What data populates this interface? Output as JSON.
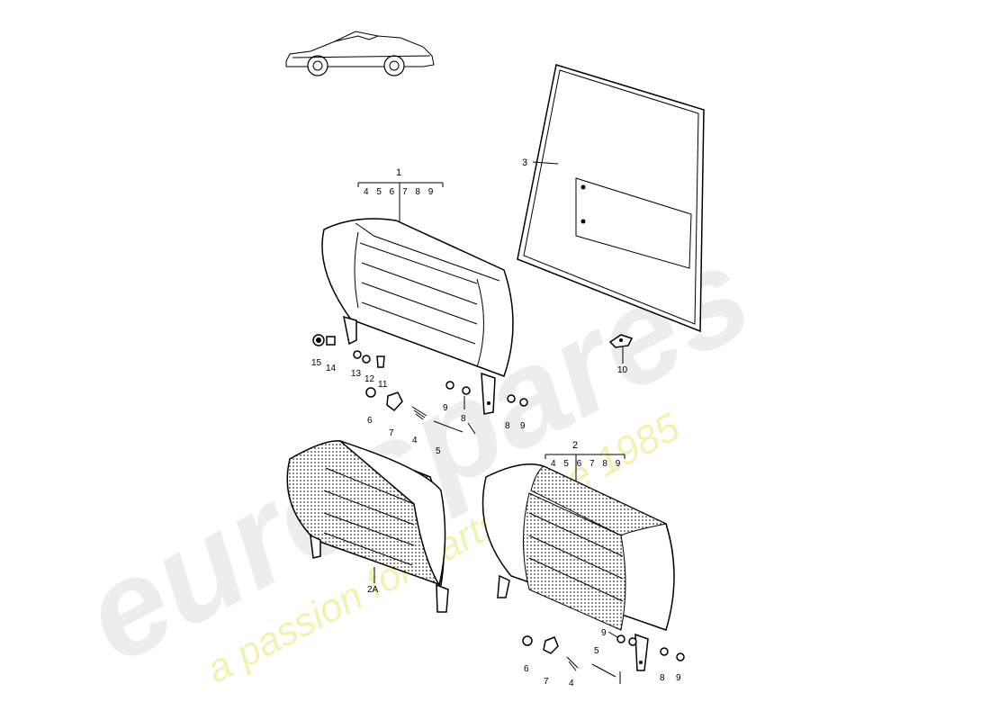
{
  "watermark": {
    "brand": "eurospares",
    "tagline": "a passion for parts since 1985"
  },
  "labels": {
    "assembly_1": "1",
    "assembly_1_parts": "4 5 6 7 8 9",
    "assembly_2": "2",
    "assembly_2_parts": "4 5 6 7 8 9",
    "part_2a": "2A",
    "part_3": "3",
    "part_10": "10",
    "upper": {
      "p15": "15",
      "p14": "14",
      "p13": "13",
      "p12": "12",
      "p11": "11",
      "p6": "6",
      "p7": "7",
      "p4": "4",
      "p5": "5",
      "p9a": "9",
      "p8a": "8",
      "p8b": "8",
      "p9b": "9"
    },
    "lower": {
      "p6": "6",
      "p7": "7",
      "p4": "4",
      "p5": "5",
      "p9a": "9",
      "p8": "8",
      "p9b": "9"
    }
  }
}
